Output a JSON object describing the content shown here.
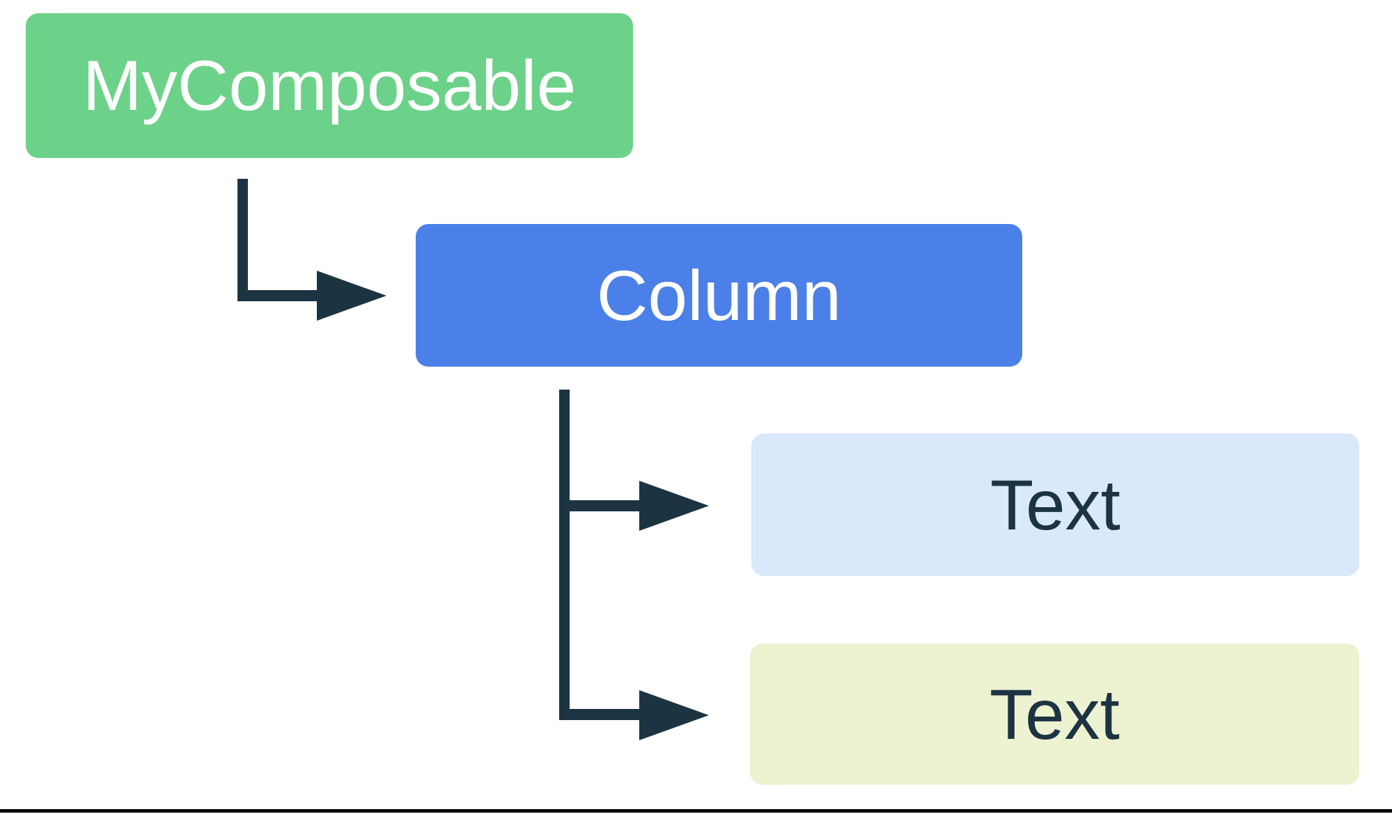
{
  "diagram": {
    "background_color": "#FFFFFF",
    "arrow_color": "#1C3442",
    "bottom_rule_color": "#000000",
    "nodes": [
      {
        "id": "my-composable",
        "label": "MyComposable",
        "fill_color": "#6CD289",
        "text_color": "#FFFFFF"
      },
      {
        "id": "column",
        "label": "Column",
        "fill_color": "#4B80E8",
        "text_color": "#FFFFFF"
      },
      {
        "id": "text-1",
        "label": "Text",
        "fill_color": "#D9E8FB",
        "text_color": "#1C3442"
      },
      {
        "id": "text-2",
        "label": "Text",
        "fill_color": "#EDF2D1",
        "text_color": "#1C3442"
      }
    ],
    "edges": [
      {
        "from": "my-composable",
        "to": "column"
      },
      {
        "from": "column",
        "to": "text-1"
      },
      {
        "from": "column",
        "to": "text-2"
      }
    ]
  }
}
